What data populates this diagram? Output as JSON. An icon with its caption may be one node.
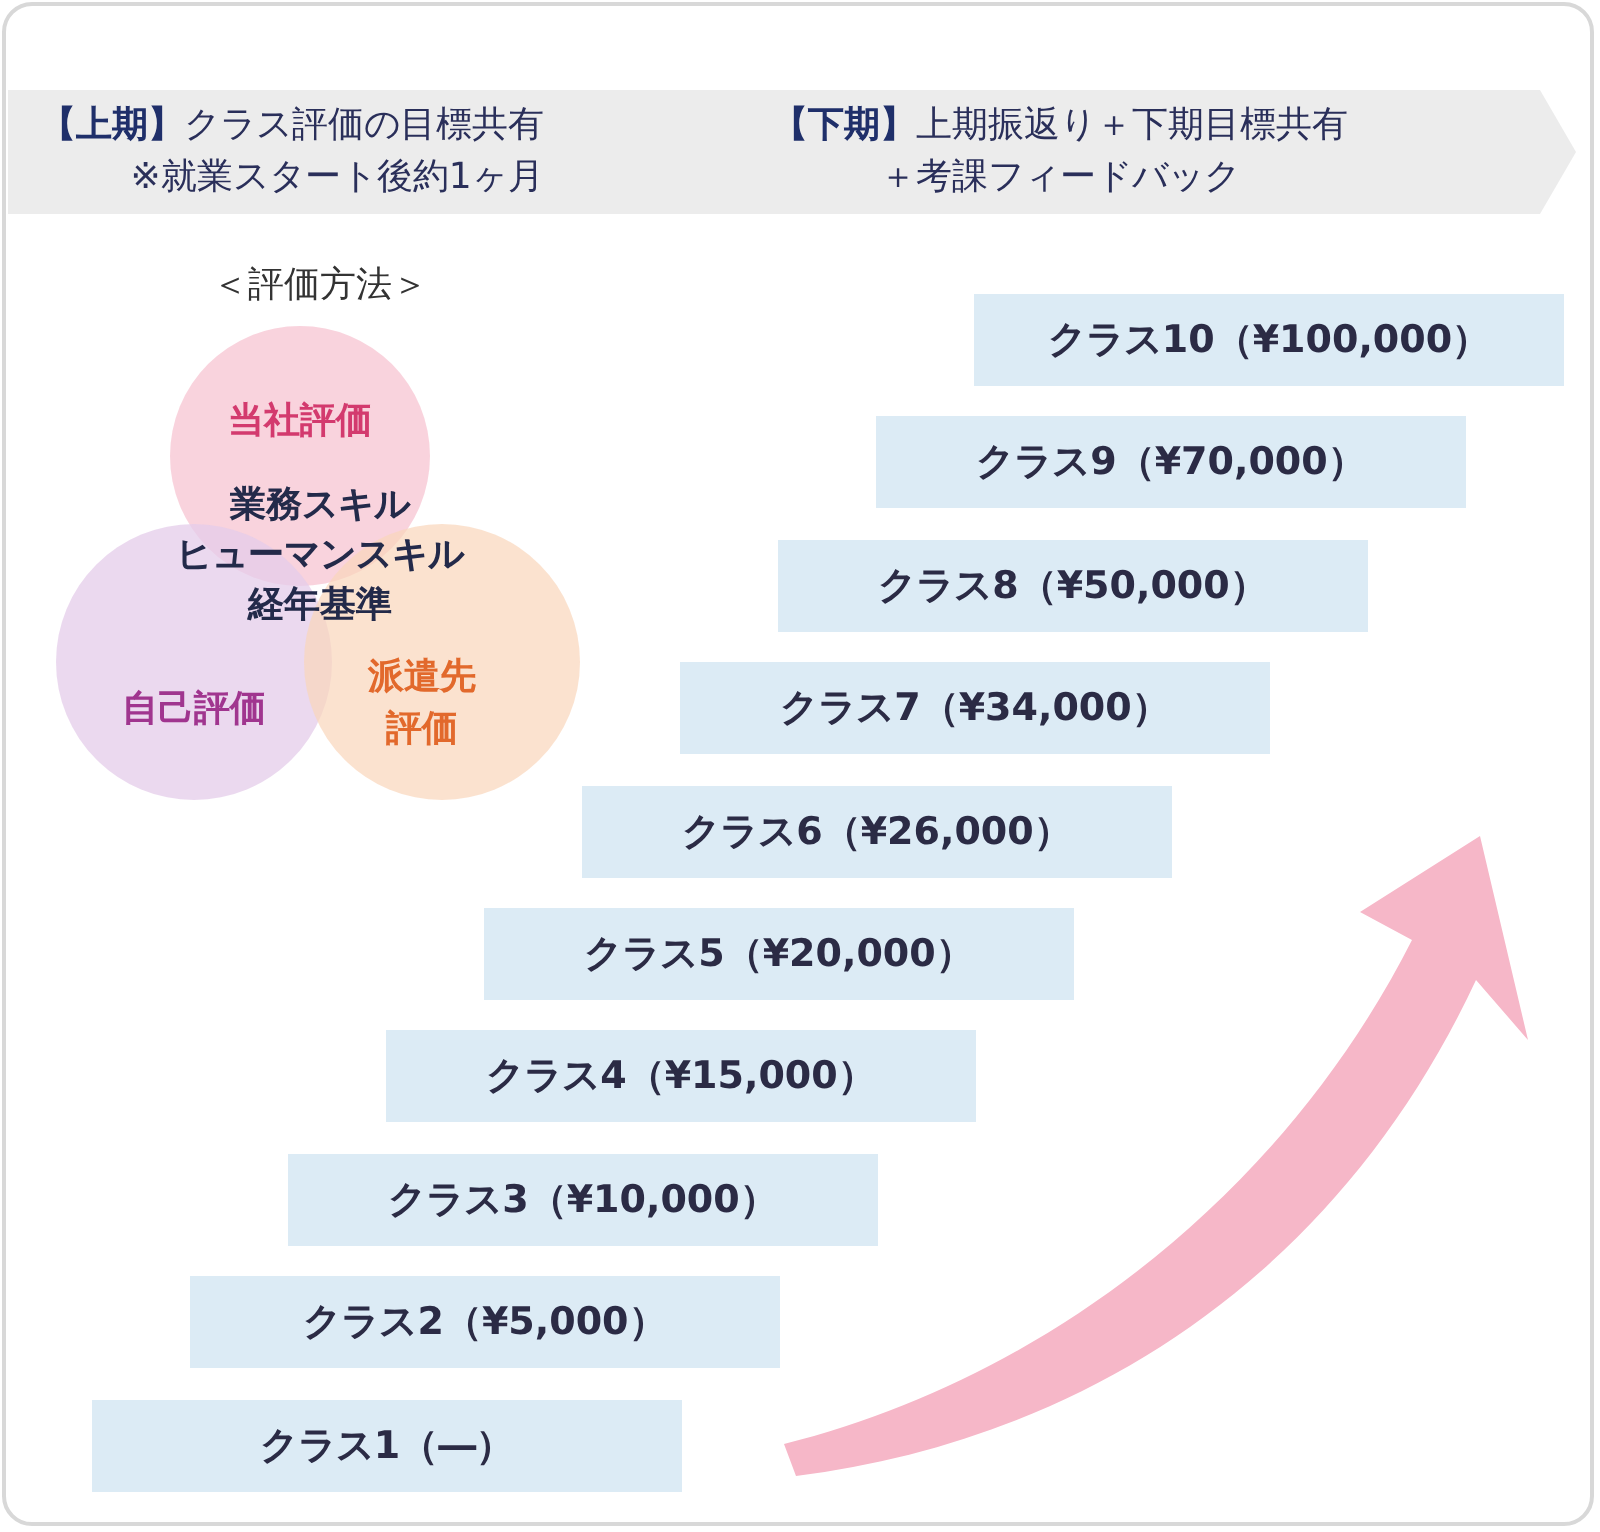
{
  "diagram": {
    "nodes": [
      {
        "text": [
          "**【上期】**クラス評価の目標共有※就業スタート後約1ヶ月",
          "**【下期】**上期振返り＋下期目標共有＋考課フィードバック"
        ]
      },
      {
        "text": [
          "当社評価"
        ]
      },
      {
        "text": [
          "自己評価"
        ]
      },
      {
        "text": [
          "派遣先評価"
        ]
      },
      {
        "text": [
          "クラス10（¥100,000）"
        ]
      },
      {
        "text": [
          "クラス9（¥70,000）"
        ]
      },
      {
        "text": [
          "クラス8（¥50,000）"
        ]
      },
      {
        "text": [
          "クラス7（¥34,000）"
        ]
      },
      {
        "text": [
          "クラス6（¥26,000）"
        ]
      },
      {
        "text": [
          "クラス5（¥20,000）"
        ]
      },
      {
        "text": [
          "クラス4（¥15,000）"
        ]
      },
      {
        "text": [
          "クラス3（¥10,000）"
        ]
      },
      {
        "text": [
          "クラス2（¥5,000）"
        ]
      },
      {
        "text": [
          "クラス1（―）"
        ]
      }
    ],
    "edges": [],
    "labels": [
      "＜評価方法＞",
      "業務スキル",
      "ヒューマンスキル",
      "経年基準"
    ]
  }
}
